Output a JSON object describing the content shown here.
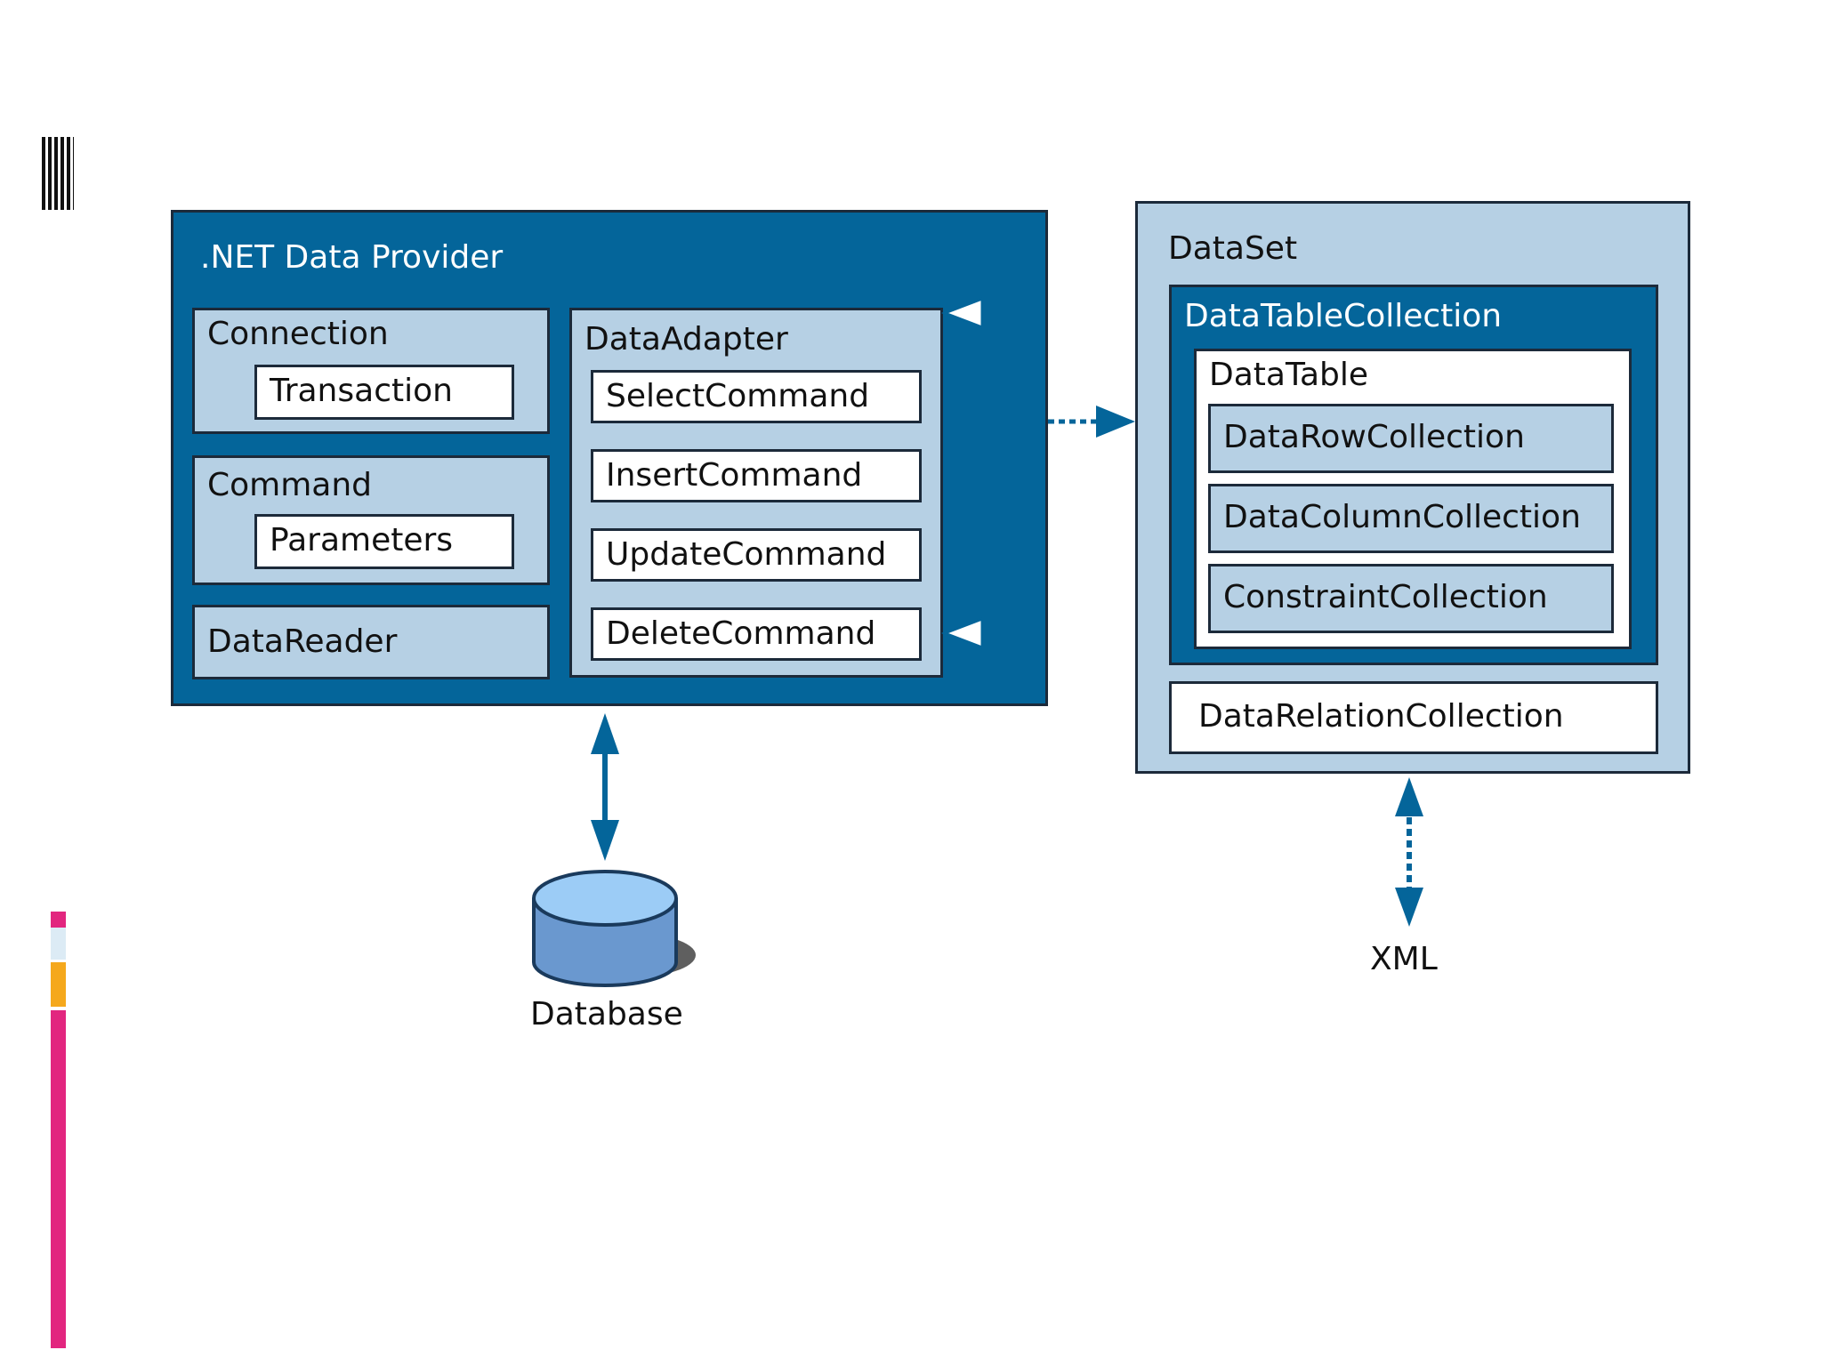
{
  "provider": {
    "title": ".NET Data Provider",
    "connection": "Connection",
    "transaction": "Transaction",
    "command": "Command",
    "parameters": "Parameters",
    "datareader": "DataReader",
    "adapter": {
      "title": "DataAdapter",
      "commands": [
        "SelectCommand",
        "InsertCommand",
        "UpdateCommand",
        "DeleteCommand"
      ]
    }
  },
  "dataset": {
    "title": "DataSet",
    "table_collection": "DataTableCollection",
    "datatable": "DataTable",
    "collections": [
      "DataRowCollection",
      "DataColumnCollection",
      "ConstraintCollection"
    ],
    "relation_collection": "DataRelationCollection"
  },
  "database_label": "Database",
  "xml_label": "XML",
  "colors": {
    "dark_blue": "#04659a",
    "light_blue": "#b6d0e4",
    "accent_pink": "#e2267f",
    "accent_orange": "#f5a81c",
    "accent_pale": "#dcebf5"
  }
}
